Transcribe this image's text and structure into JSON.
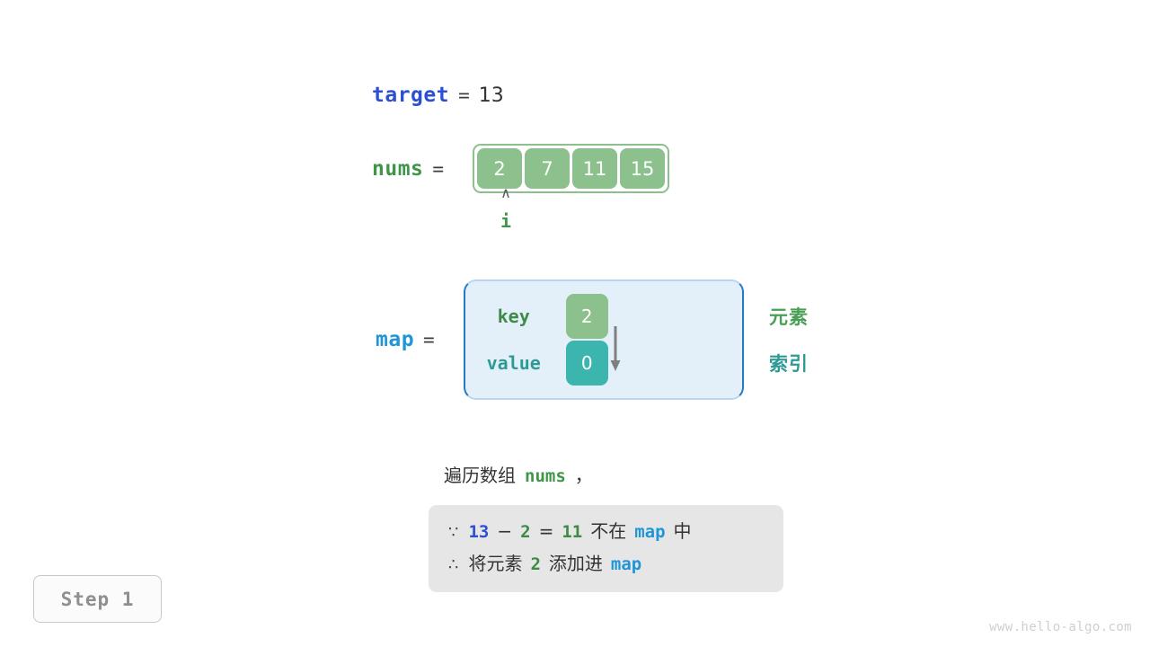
{
  "target": {
    "name": "target",
    "equals": "=",
    "value": "13"
  },
  "nums": {
    "name": "nums",
    "equals": "=",
    "cells": [
      "2",
      "7",
      "11",
      "15"
    ]
  },
  "pointer": {
    "caret": "∧",
    "label": "i"
  },
  "map": {
    "name": "map",
    "equals": "=",
    "key_label": "key",
    "value_label": "value",
    "key_cell": "2",
    "value_cell": "0",
    "annotation_element": "元素",
    "annotation_index": "索引"
  },
  "caption": {
    "prefix": "遍历数组",
    "code": "nums",
    "suffix": "，"
  },
  "note": {
    "line1": {
      "symbol": "∵",
      "t1": "13",
      "t2": "−",
      "t3": "2",
      "t4": "=",
      "t5": "11",
      "t6": "不在",
      "t7": "map",
      "t8": "中"
    },
    "line2": {
      "symbol": "∴",
      "t1": "将元素",
      "t2": "2",
      "t3": "添加进",
      "t4": "map"
    }
  },
  "step": {
    "label": "Step 1"
  },
  "watermark": {
    "text": "www.hello-algo.com"
  },
  "colors": {
    "green_fill": "#8cc08c",
    "teal_fill": "#3cb5ae",
    "map_border": "#2878c8",
    "map_bg": "#e3f0fa",
    "var_blue": "#2d50d2",
    "var_green": "#3f9648",
    "var_lightblue": "#2196d6",
    "note_bg": "#e6e6e6"
  }
}
